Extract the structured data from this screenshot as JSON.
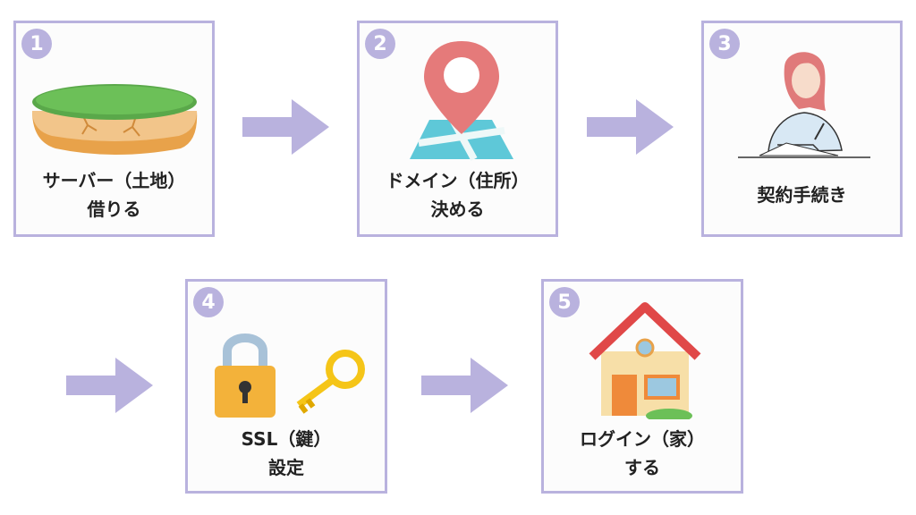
{
  "colors": {
    "accent": "#b9b2de",
    "border": "#b9b2de",
    "text": "#222222"
  },
  "steps": [
    {
      "number": "1",
      "label_line1": "サーバー（土地）",
      "label_line2": "借りる",
      "icon": "land-soil-icon"
    },
    {
      "number": "2",
      "label_line1": "ドメイン（住所）",
      "label_line2": "決める",
      "icon": "map-pin-icon"
    },
    {
      "number": "3",
      "label_line1": "契約手続き",
      "label_line2": "",
      "icon": "woman-signing-contract-icon"
    },
    {
      "number": "4",
      "label_line1": "SSL（鍵）",
      "label_line2": "設定",
      "icon": "lock-and-key-icon"
    },
    {
      "number": "5",
      "label_line1": "ログイン（家）",
      "label_line2": "する",
      "icon": "house-icon"
    }
  ]
}
